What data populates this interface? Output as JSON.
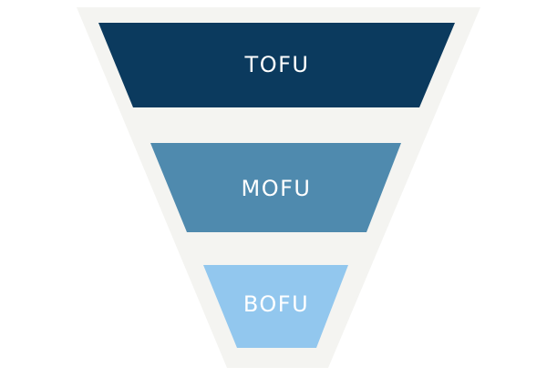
{
  "funnel": {
    "background_color": "#f4f4f1",
    "stages": [
      {
        "label": "TOFU",
        "color": "#0b3a5e"
      },
      {
        "label": "MOFU",
        "color": "#4f8aae"
      },
      {
        "label": "BOFU",
        "color": "#92c7ee"
      }
    ]
  }
}
